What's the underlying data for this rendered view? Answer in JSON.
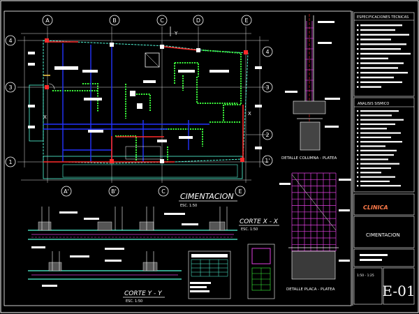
{
  "axes_top": [
    "A",
    "B",
    "C",
    "D",
    "E"
  ],
  "axes_bottom": [
    "A'",
    "B'",
    "C",
    "E"
  ],
  "axes_left": [
    "4",
    "3",
    "1"
  ],
  "axes_right": [
    "4",
    "3",
    "2",
    "1'"
  ],
  "labels": {
    "plan_title": "CIMENTACION",
    "plan_scale": "ESC. 1:50",
    "section_xx_title": "CORTE X - X",
    "section_xx_scale": "ESC. 1:50",
    "section_yy_title": "CORTE Y - Y",
    "section_yy_scale": "ESC. 1:50",
    "detail_column": "DETALLE COLUMNA - PLATEA",
    "detail_plate": "DETALLE PLACA - PLATEA",
    "north_y": "Y",
    "x_marker": "X"
  },
  "title_block": {
    "specs_heading": "ESPECIFICACIONES TECNICAS",
    "seismic_heading": "ANALISIS SISMICO",
    "project_name": "CLINICA",
    "sheet_title": "CIMENTACION",
    "scale": "1:50 - 1:25",
    "sheet_number": "E-01"
  },
  "colors": {
    "background": "#000000",
    "walls": "#3cff3c",
    "beams": "#2233ff",
    "footing": "#5fd0d0",
    "rebar": "#e040e0",
    "highlight": "#ff2a2a"
  }
}
